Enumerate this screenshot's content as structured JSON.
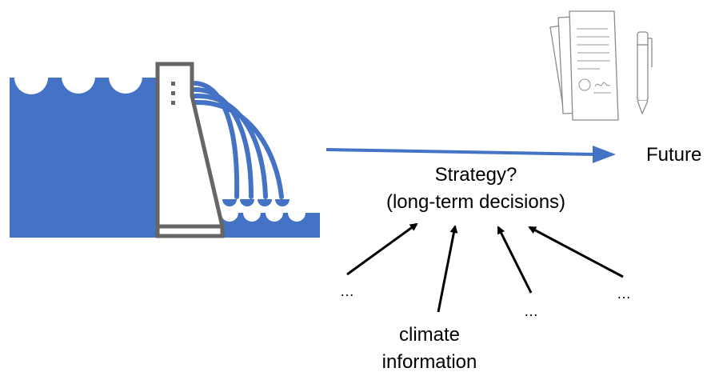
{
  "future_label": "Future",
  "strategy": {
    "line1": "Strategy?",
    "line2": "(long-term decisions)"
  },
  "inputs": {
    "ellipsis_1": "…",
    "ellipsis_2": "…",
    "ellipsis_3": "…",
    "climate_line1": "climate",
    "climate_line2": "information"
  },
  "colors": {
    "water": "#4472c4",
    "dam_outline": "#666666",
    "arrow": "#000000",
    "timeline_arrow": "#4472c4"
  },
  "icons": {
    "dam": "dam-icon",
    "document": "document-sketch-icon",
    "pen": "pen-sketch-icon"
  }
}
